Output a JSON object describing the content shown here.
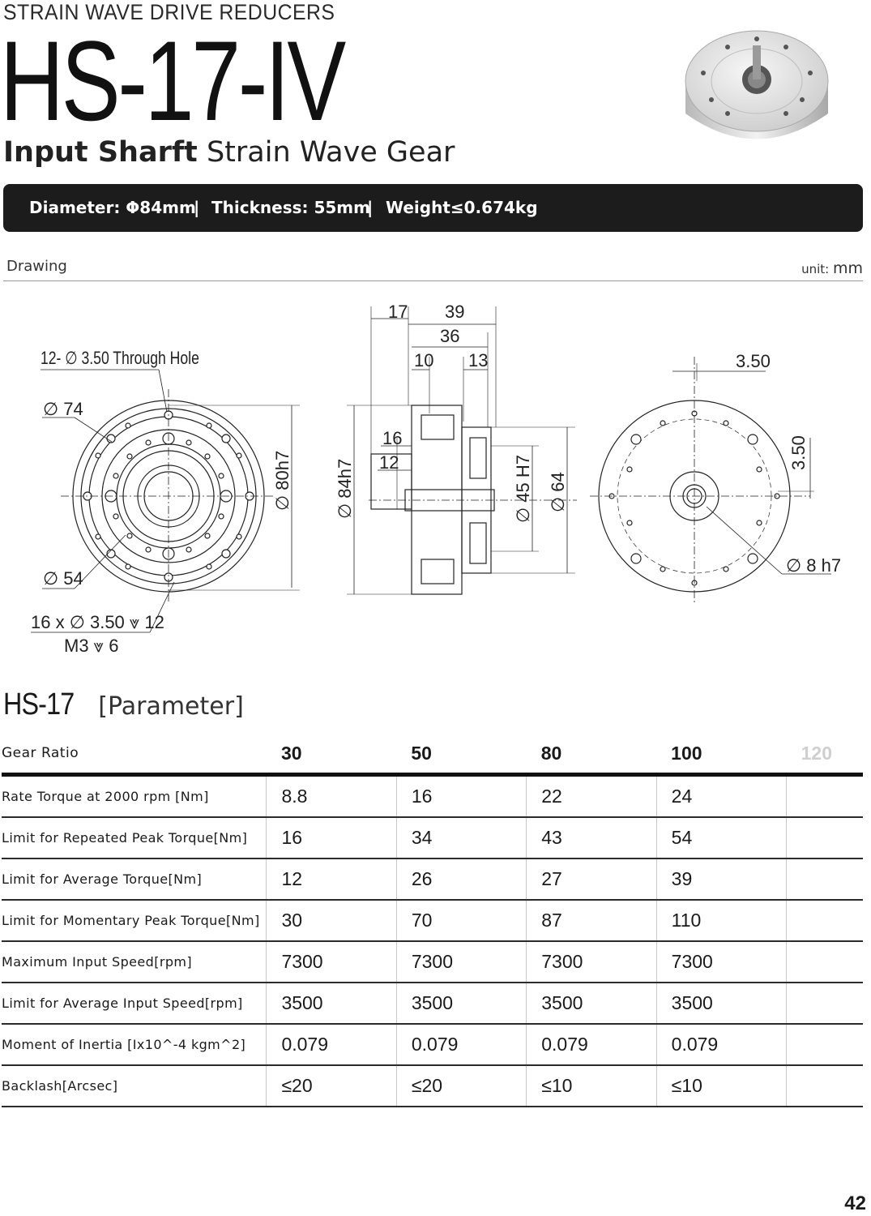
{
  "header": {
    "category": "STRAIN WAVE DRIVE REDUCERS",
    "model": "HS-17-IV",
    "subtitle_bold": "Input Sharft",
    "subtitle_rest": "Strain Wave Gear"
  },
  "specs": {
    "diameter": "Diameter: Φ84mm",
    "sep1": "|",
    "thickness": "Thickness: 55mm",
    "sep2": "|",
    "weight": "Weight≤0.674kg"
  },
  "drawing": {
    "label": "Drawing",
    "unit_label": "unit:",
    "unit_value": "mm",
    "front": {
      "through_hole": "12- ∅ 3.50 Through Hole",
      "d74": "∅ 74",
      "d54": "∅ 54",
      "d80": "∅ 80h7",
      "holes": "16 x  ∅  3.50 ⩔ 12",
      "thread": "M3 ⩔ 6"
    },
    "side": {
      "dim17": "17",
      "dim39": "39",
      "dim36": "36",
      "dim10": "10",
      "dim13": "13",
      "dim16": "16",
      "dim12": "12",
      "d84": "∅ 84h7",
      "d45": "∅ 45 H7",
      "d64": "∅ 64"
    },
    "rear": {
      "dim350a": "3.50",
      "dim350b": "3.50",
      "d8": "∅ 8 h7"
    }
  },
  "parameters": {
    "model": "HS-17",
    "title": "[Parameter]",
    "header_label": "Gear Ratio",
    "ratios": [
      "30",
      "50",
      "80",
      "100",
      "120"
    ],
    "rows": [
      {
        "label": "Rate Torque at 2000 rpm [Nm]",
        "values": [
          "8.8",
          "16",
          "22",
          "24"
        ]
      },
      {
        "label": "Limit for Repeated Peak Torque[Nm]",
        "values": [
          "16",
          "34",
          "43",
          "54"
        ]
      },
      {
        "label": "Limit for Average Torque[Nm]",
        "values": [
          "12",
          "26",
          "27",
          "39"
        ]
      },
      {
        "label": "Limit for Momentary Peak Torque[Nm]",
        "values": [
          "30",
          "70",
          "87",
          "110"
        ]
      },
      {
        "label": "Maximum Input Speed[rpm]",
        "values": [
          "7300",
          "7300",
          "7300",
          "7300"
        ]
      },
      {
        "label": "Limit for Average Input Speed[rpm]",
        "values": [
          "3500",
          "3500",
          "3500",
          "3500"
        ]
      },
      {
        "label": "Moment of Inertia [Ix10^-4 kgm^2]",
        "values": [
          "0.079",
          "0.079",
          "0.079",
          "0.079"
        ]
      },
      {
        "label": "Backlash[Arcsec]",
        "values": [
          "≤20",
          "≤20",
          "≤10",
          "≤10"
        ]
      }
    ]
  },
  "page_number": "42"
}
